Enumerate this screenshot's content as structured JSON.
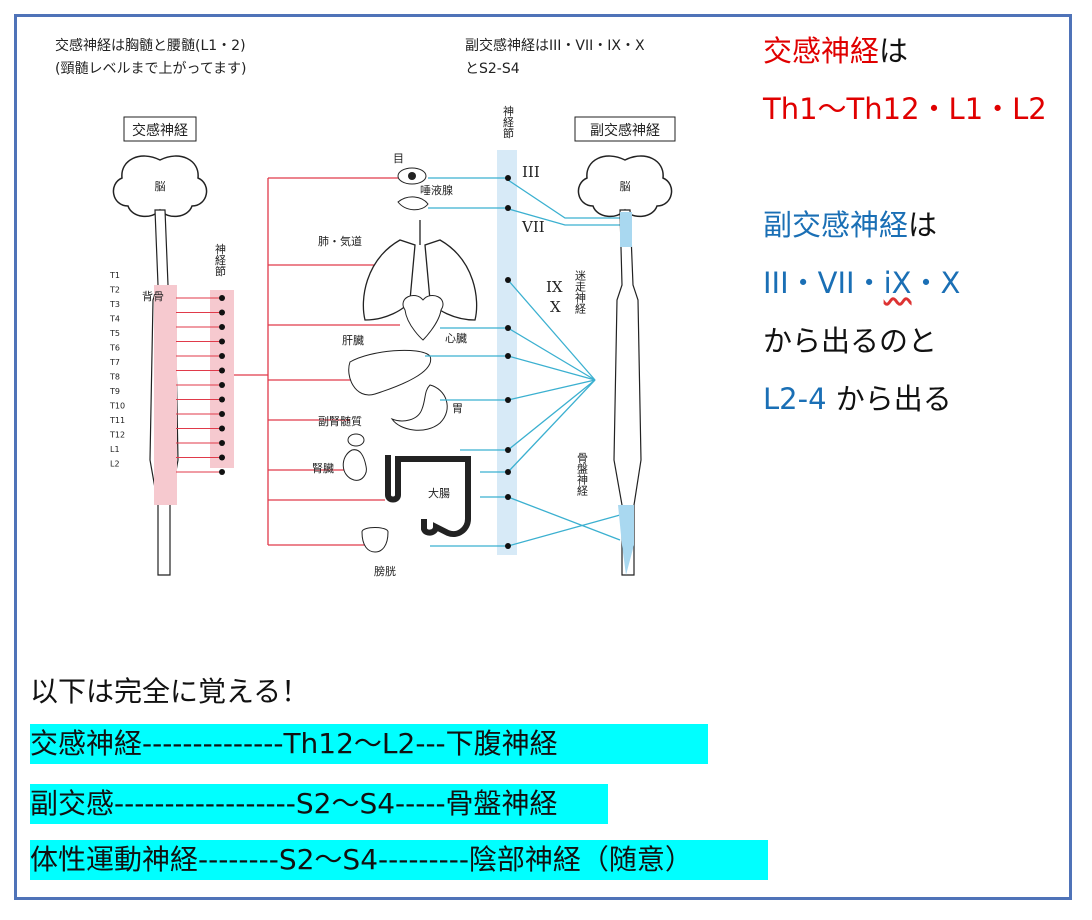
{
  "header": {
    "left_line1": "交感神経は胸髄と腰髄(L1・2)",
    "left_line2": "(頸髄レベルまで上がってます)",
    "right_line1": "副交感神経はIII・VII・IX・X",
    "right_line2": "とS2-S4"
  },
  "diagram": {
    "symp_box": "交感神経",
    "para_box": "副交感神経",
    "brain": "脳",
    "spine": "背骨",
    "ganglion_v": "神経節",
    "organs": {
      "eye": "目",
      "saliva": "唾液腺",
      "lung": "肺・気道",
      "heart": "心臓",
      "liver": "肝臓",
      "stomach": "胃",
      "adrenal": "副腎髄質",
      "kidney": "腎臓",
      "colon": "大腸",
      "bladder": "膀胱"
    },
    "vagus": "迷走神経",
    "pelvic": "骨盤神経",
    "roman": {
      "iii": "III",
      "vii": "VII",
      "ix": "IX",
      "x": "X"
    },
    "ticks": [
      "T1",
      "T2",
      "T3",
      "T4",
      "T5",
      "T6",
      "T7",
      "T8",
      "T9",
      "T10",
      "T11",
      "T12",
      "L1",
      "L2"
    ]
  },
  "colors": {
    "sympathetic": "#e00000",
    "parasympathetic": "#1a6fb5",
    "highlight": "#00ffff",
    "frame": "#4f73b8"
  },
  "notes": {
    "symp_head": "交感神経",
    "symp_ha": "は",
    "symp_levels": "Th1〜Th12・L1・L2",
    "para_head": "副交感神経",
    "para_ha": "は",
    "nerves_a": "III・VII・",
    "nerves_ix": "iX",
    "nerves_b": "・X",
    "from_line": "から出るのと",
    "l_levels": "L2-4",
    "from2": " から出る"
  },
  "summary": {
    "title": "以下は完全に覚える！",
    "row1": "交感神経--------------Th12〜L2---下腹神経",
    "row2": "副交感------------------S2〜S4-----骨盤神経",
    "row3": "体性運動神経--------S2〜S4---------陰部神経（随意）"
  }
}
